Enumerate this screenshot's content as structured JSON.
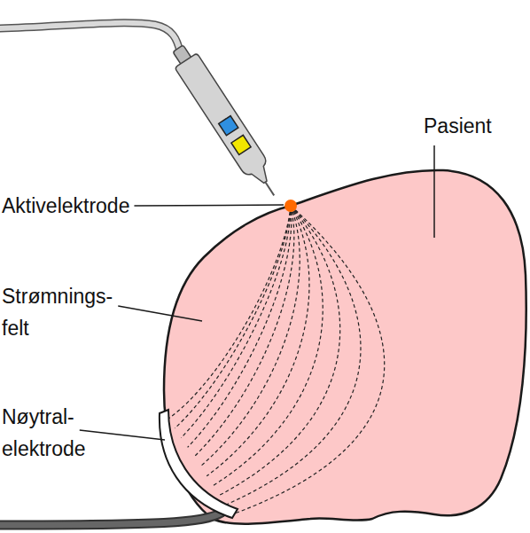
{
  "diagram": {
    "labels": [
      "Aktivelektrode",
      "Pasient",
      "Strømnings- felt",
      "Nøytral- elektrode"
    ]
  }
}
